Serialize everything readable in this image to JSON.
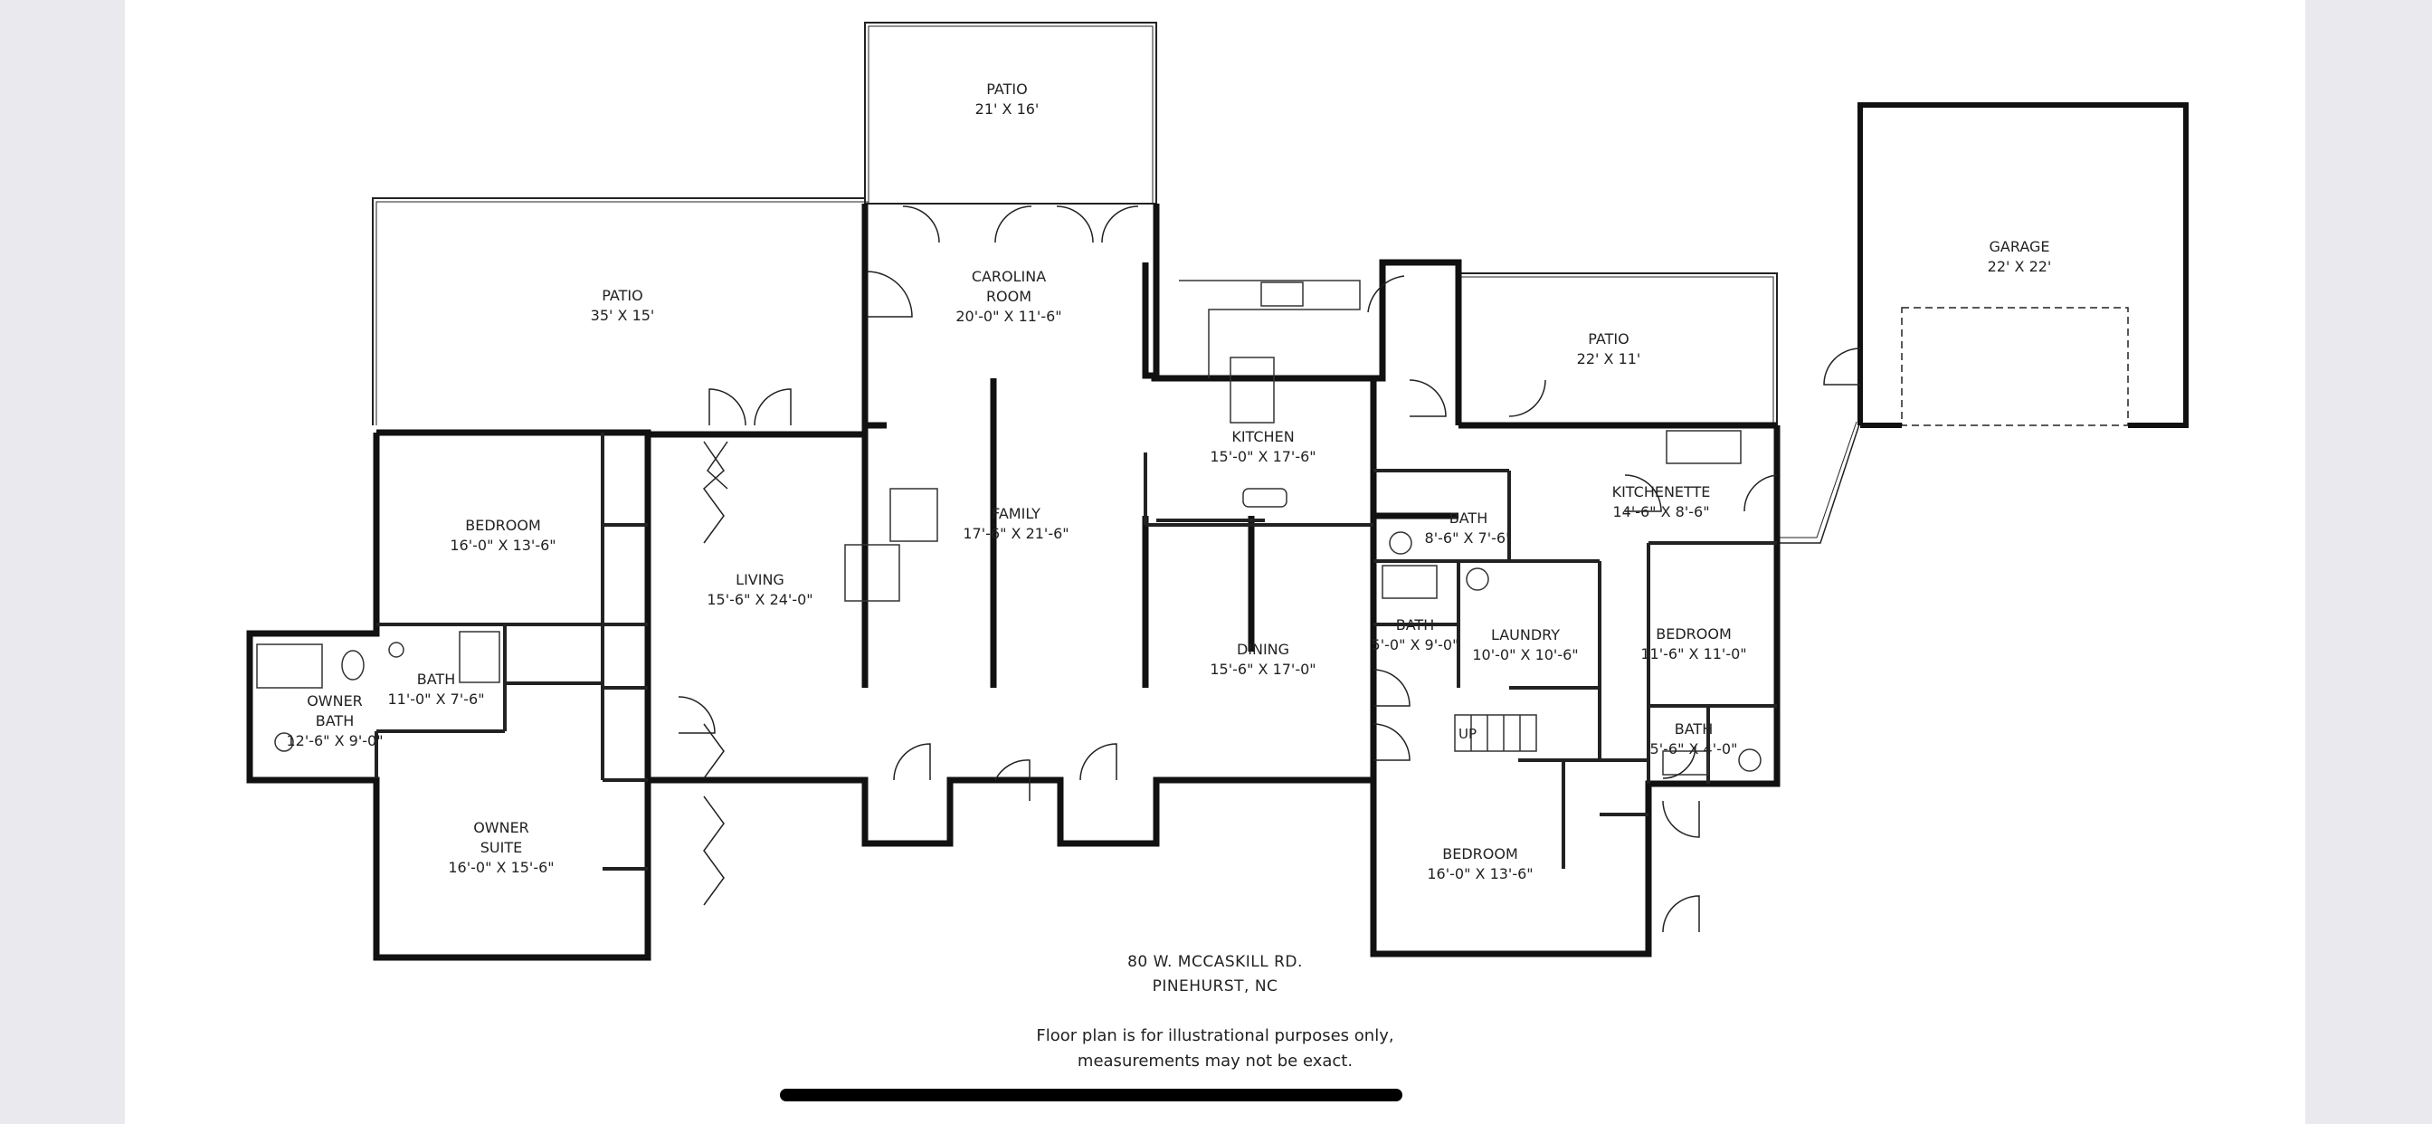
{
  "plan": {
    "rooms": {
      "patio_top": {
        "name": "PATIO",
        "size": "21' X 16'"
      },
      "patio_left": {
        "name": "PATIO",
        "size": "35' X 15'"
      },
      "carolina_room": {
        "name": "CAROLINA",
        "name2": "ROOM",
        "size": "20'-0\" X 11'-6\""
      },
      "kitchen": {
        "name": "KITCHEN",
        "size": "15'-0\" X 17'-6\""
      },
      "patio_right": {
        "name": "PATIO",
        "size": "22' X 11'"
      },
      "garage": {
        "name": "GARAGE",
        "size": "22' X 22'"
      },
      "bedroom_left": {
        "name": "BEDROOM",
        "size": "16'-0\" X 13'-6\""
      },
      "living": {
        "name": "LIVING",
        "size": "15'-6\" X 24'-0\""
      },
      "family": {
        "name": "FAMILY",
        "size": "17'-6\" X 21'-6\""
      },
      "bath_center": {
        "name": "BATH",
        "size": "8'-6\" X 7'-6\""
      },
      "kitchenette": {
        "name": "KITCHENETTE",
        "size": "14'-6\" X 8'-6\""
      },
      "bath_left": {
        "name": "BATH",
        "size": "11'-0\" X 7'-6\""
      },
      "owner_bath": {
        "name": "OWNER",
        "name2": "BATH",
        "size": "12'-6\" X 9'-0\""
      },
      "bath_mid": {
        "name": "BATH",
        "size": "5'-0\" X 9'-0\""
      },
      "laundry": {
        "name": "LAUNDRY",
        "size": "10'-0\" X 10'-6\""
      },
      "bedroom_right": {
        "name": "BEDROOM",
        "size": "11'-6\" X 11'-0\""
      },
      "dining": {
        "name": "DINING",
        "size": "15'-6\" X 17'-0\""
      },
      "bath_small": {
        "name": "BATH",
        "size": "5'-6\" X 4'-0\""
      },
      "owner_suite": {
        "name": "OWNER",
        "name2": "SUITE",
        "size": "16'-0\" X 15'-6\""
      },
      "bedroom_bottom": {
        "name": "BEDROOM",
        "size": "16'-0\" X 13'-6\""
      }
    },
    "stair_label": "UP"
  },
  "address": {
    "line1": "80 W. MCCASKILL RD.",
    "line2": "PINEHURST, NC"
  },
  "disclaimer": {
    "line1": "Floor plan is for illustrational purposes only,",
    "line2": "measurements may not be exact."
  }
}
